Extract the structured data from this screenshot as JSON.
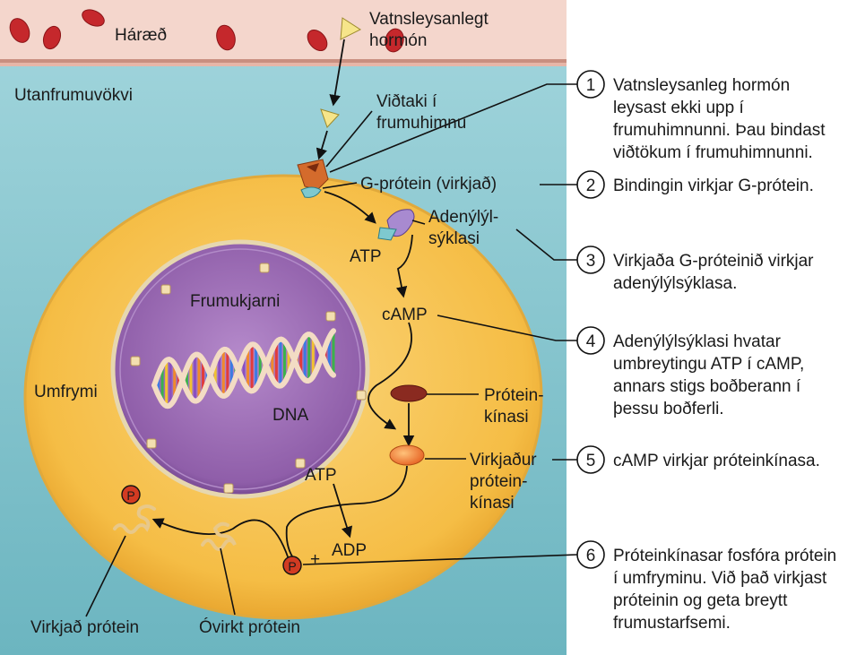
{
  "labels": {
    "blood_vessel": "Háræð",
    "hormone": [
      "Vatnsleysanlegt",
      "hormón"
    ],
    "extracellular": "Utanfrumuvökvi",
    "receptor": [
      "Viðtaki í",
      "frumuhimnu"
    ],
    "g_protein": "G-prótein (virkjað)",
    "adenylyl": [
      "Adenýlýl-",
      "sýklasi"
    ],
    "atp_top": "ATP",
    "camp": "cAMP",
    "nucleus": "Frumukjarni",
    "dna": "DNA",
    "cytoplasm": "Umfrymi",
    "protein_kinase": [
      "Prótein-",
      "kínasi"
    ],
    "activated_kinase": [
      "Virkjaður",
      "prótein-",
      "kínasi"
    ],
    "atp_bottom": "ATP",
    "adp": "ADP",
    "plus": "+",
    "phosphate_a": "P",
    "phosphate_b": "P",
    "activated_protein": "Virkjað prótein",
    "inactive_protein": "Óvirkt prótein"
  },
  "steps": [
    {
      "number": "1",
      "lines": [
        "Vatnsleysanleg hormón",
        "leysast ekki upp í",
        "frumuhimnunni. Þau bindast",
        "viðtökum í frumuhimnunni."
      ]
    },
    {
      "number": "2",
      "lines": [
        "Bindingin virkjar G-prótein."
      ]
    },
    {
      "number": "3",
      "lines": [
        "Virkjaða G-próteinið virkjar",
        "adenýlýlsýklasa."
      ]
    },
    {
      "number": "4",
      "lines": [
        "Adenýlýlsýklasi hvatar",
        "umbreytingu ATP í cAMP,",
        "annars stigs boðberann í",
        "þessu boðferli."
      ]
    },
    {
      "number": "5",
      "lines": [
        "cAMP virkjar próteinkínasa."
      ]
    },
    {
      "number": "6",
      "lines": [
        "Próteinkínasar fosfóra prótein",
        "í umfryminu. Við það virkjast",
        "próteinin og geta breytt",
        "frumustarfsemi."
      ]
    }
  ],
  "colors": {
    "extracellular": "#8fcdd6",
    "vessel": "#f4d6cc",
    "rbc": "#c5282c",
    "cytoplasm": "#f6c24e",
    "nucleus": "#8d5aa6"
  }
}
